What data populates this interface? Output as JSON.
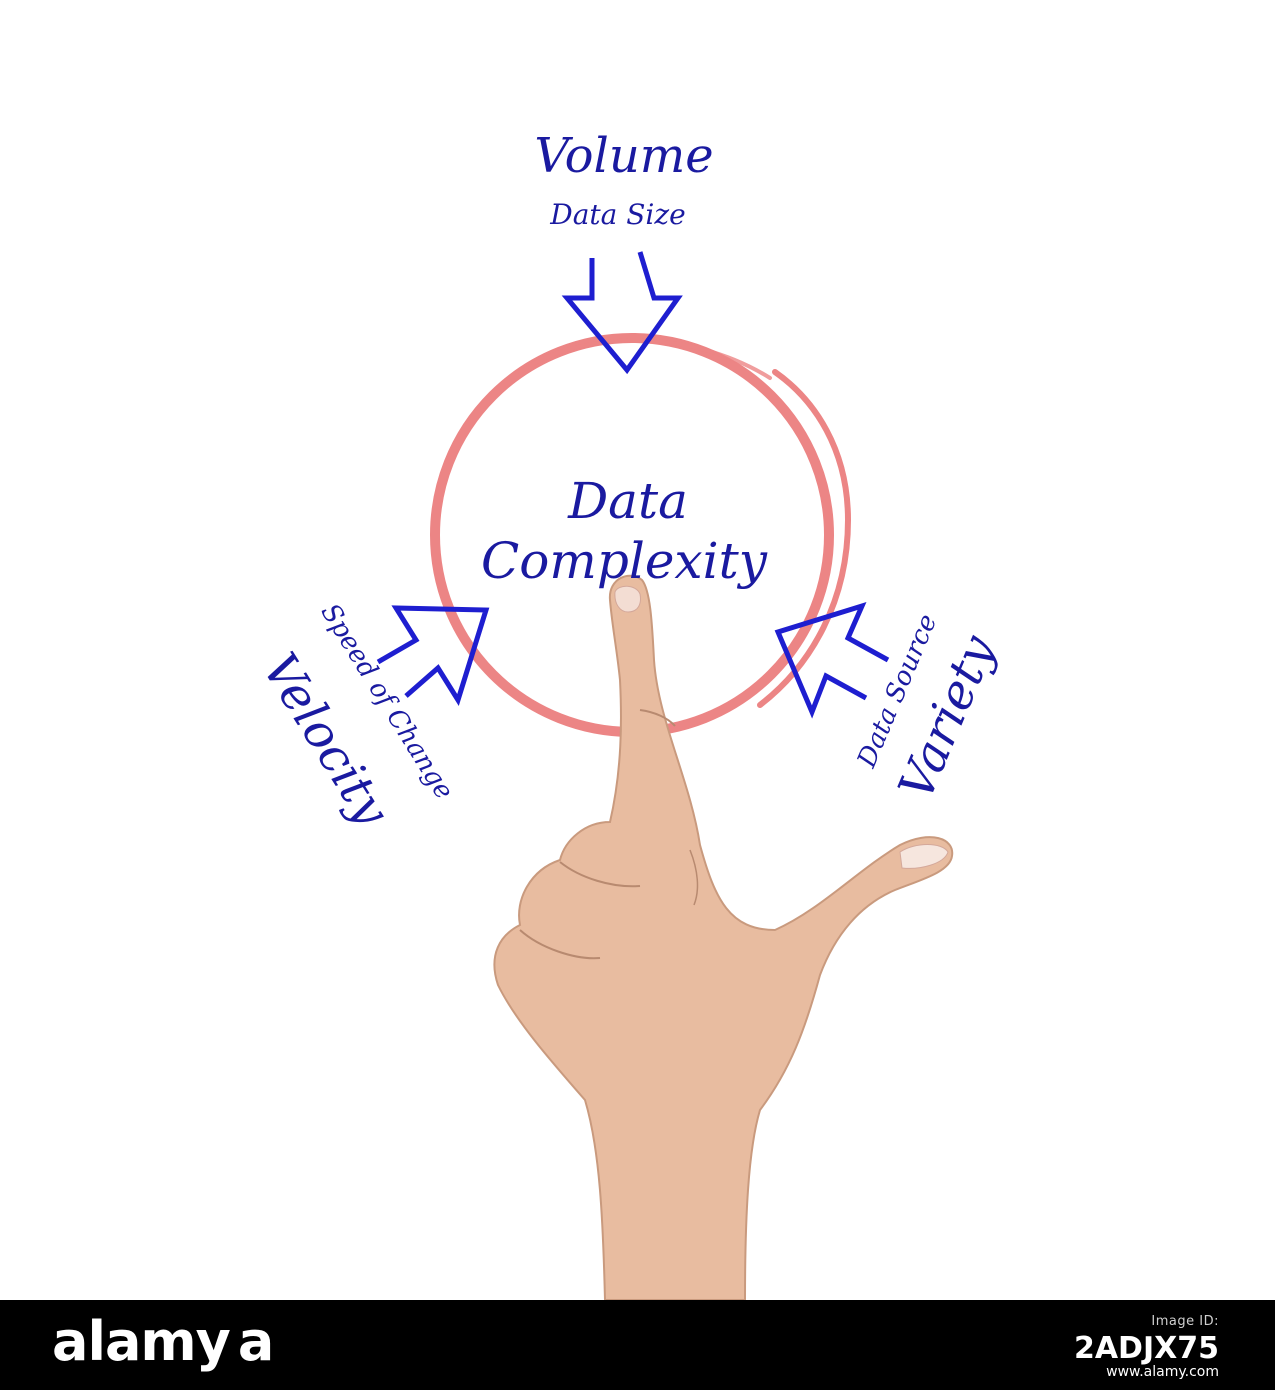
{
  "diagram": {
    "center_line1": "Data",
    "center_line2": "Complexity",
    "top_title": "Volume",
    "top_sub": "Data Size",
    "left_title": "Velocity",
    "left_sub": "Speed of Change",
    "right_title": "Variety",
    "right_sub": "Data Source"
  },
  "colors": {
    "text": "#1a1aa0",
    "arrow": "#1e1ed0",
    "circle": "#ec8585",
    "skin": "#e8bca0"
  },
  "footer": {
    "brand_a": "alamy",
    "brand_b": "a",
    "image_id_label": "Image ID:",
    "image_id": "2ADJX75",
    "url": "www.alamy.com"
  }
}
